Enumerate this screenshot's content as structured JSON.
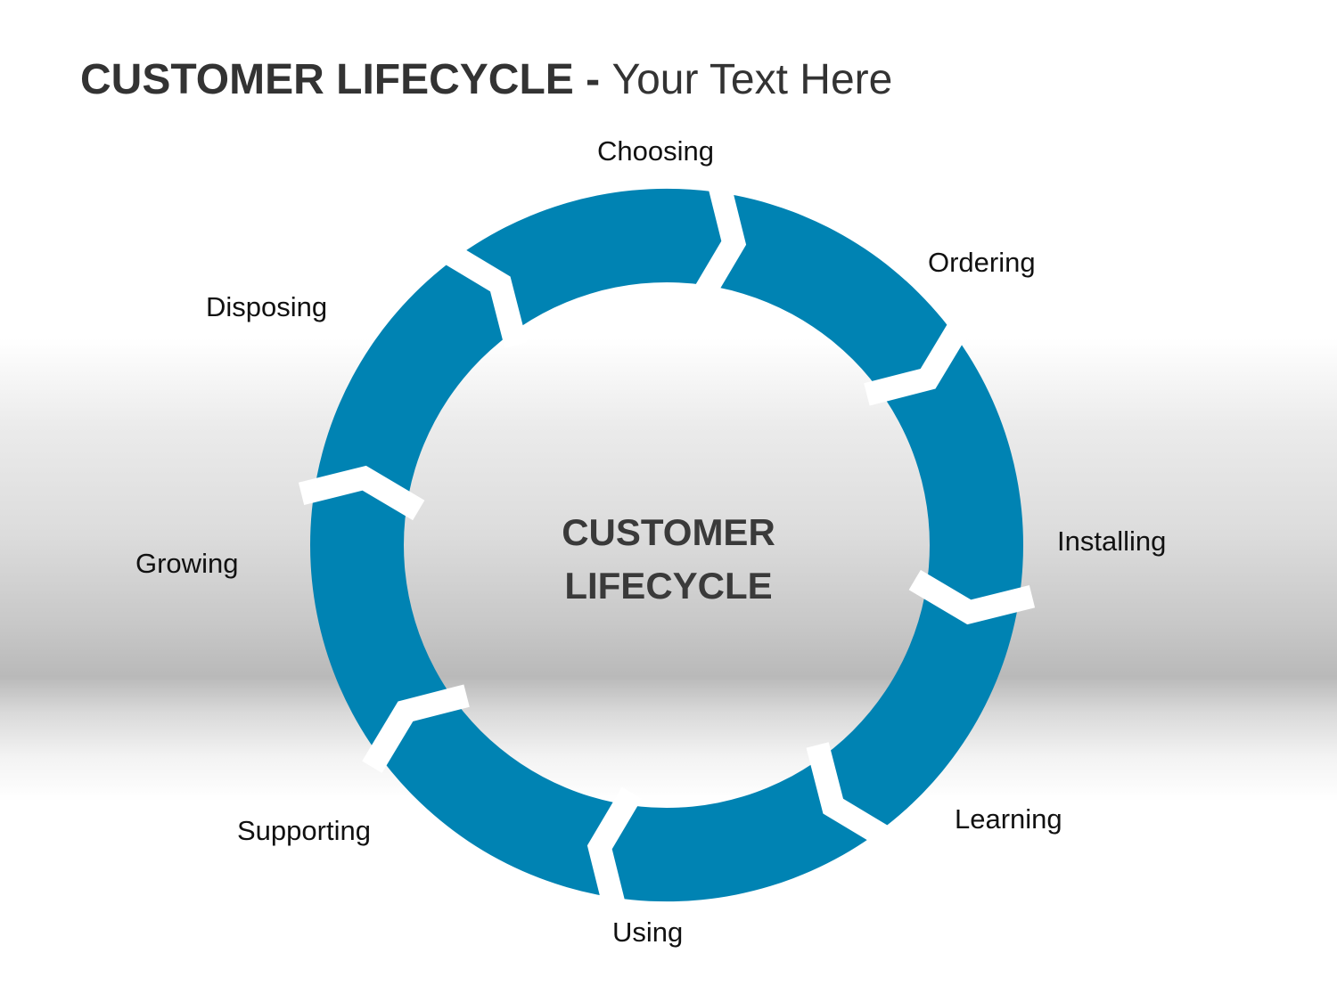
{
  "title": {
    "bold": "CUSTOMER LIFECYCLE",
    "separator": " - ",
    "rest": "Your Text Here"
  },
  "center": {
    "line1": "CUSTOMER",
    "line2": "LIFECYCLE"
  },
  "stages": [
    "Choosing",
    "Ordering",
    "Installing",
    "Learning",
    "Using",
    "Supporting",
    "Growing",
    "Disposing"
  ],
  "colors": {
    "ring": "#0083B3",
    "gap": "#ffffff",
    "title": "#333333",
    "center_text": "#3a3a3a"
  }
}
